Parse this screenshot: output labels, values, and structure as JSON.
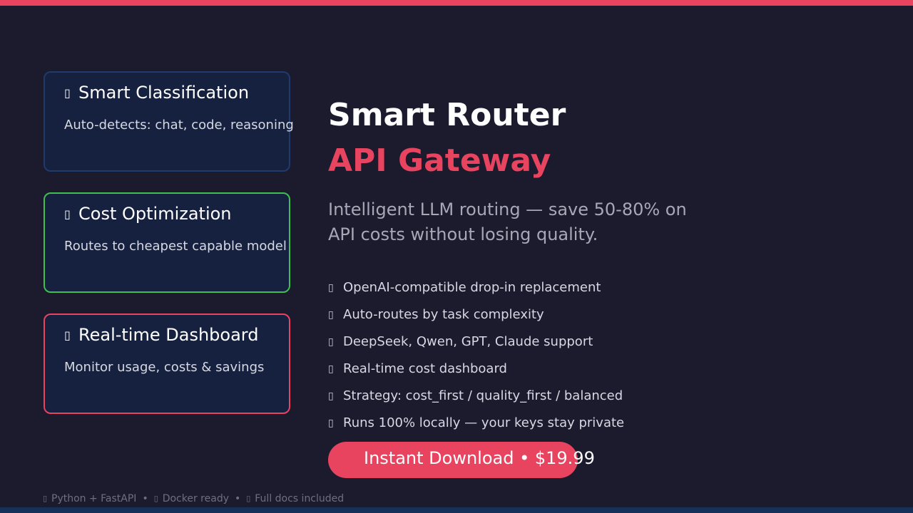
{
  "colors": {
    "background": "#1c1b2e",
    "accent": "#e8435f",
    "card_background": "#16203f",
    "card_border_blue": "#1f3a6b",
    "card_border_green": "#3fbf4f",
    "card_border_red": "#e8435f",
    "bottom_bar": "#17305a"
  },
  "cards": [
    {
      "icon": "placeholder-glyph-icon",
      "glyph": "▯",
      "title": "Smart Classification",
      "description": "Auto-detects: chat, code, reasoning"
    },
    {
      "icon": "placeholder-glyph-icon",
      "glyph": "▯",
      "title": "Cost Optimization",
      "description": "Routes to cheapest capable model"
    },
    {
      "icon": "placeholder-glyph-icon",
      "glyph": "▯",
      "title": "Real-time Dashboard",
      "description": "Monitor usage, costs & savings"
    }
  ],
  "hero": {
    "title": "Smart Router",
    "subtitle": "API Gateway",
    "tagline": "Intelligent LLM routing — save 50-80% on API costs without losing quality."
  },
  "features": [
    {
      "glyph": "▯",
      "text": "OpenAI-compatible drop-in replacement"
    },
    {
      "glyph": "▯",
      "text": "Auto-routes by task complexity"
    },
    {
      "glyph": "▯",
      "text": "DeepSeek, Qwen, GPT, Claude support"
    },
    {
      "glyph": "▯",
      "text": "Real-time cost dashboard"
    },
    {
      "glyph": "▯",
      "text": "Strategy: cost_first / quality_first / balanced"
    },
    {
      "glyph": "▯",
      "text": "Runs 100% locally — your keys stay private"
    }
  ],
  "cta": {
    "label": "Instant Download  •  $19.99"
  },
  "footer": {
    "items": [
      {
        "glyph": "▯",
        "text": "Python + FastAPI"
      },
      {
        "glyph": "▯",
        "text": "Docker ready"
      },
      {
        "glyph": "▯",
        "text": "Full docs included"
      }
    ],
    "separator": "•"
  }
}
